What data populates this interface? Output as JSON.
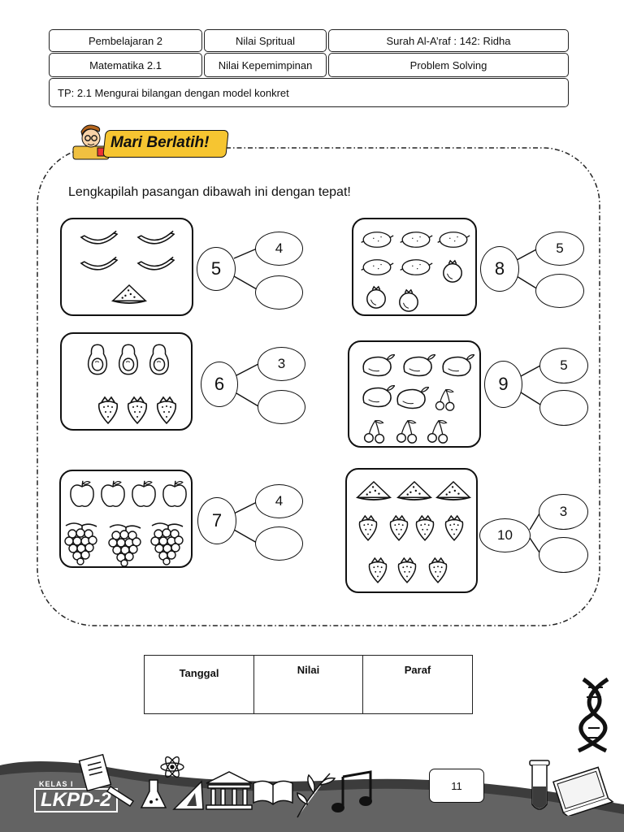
{
  "header": {
    "r1c1": "Pembelajaran 2",
    "r1c2": "Nilai Spritual",
    "r1c3": "Surah Al-A’raf : 142: Ridha",
    "r2c1": "Matematika 2.1",
    "r2c2": "Nilai Kepemimpinan",
    "r2c3": "Problem Solving",
    "tp": "TP: 2.1 Mengurai bilangan dengan model konkret"
  },
  "banner": {
    "title": "Mari Berlatih!"
  },
  "instruction": "Lengkapilah pasangan dibawah ini dengan tepat!",
  "problems": [
    {
      "total": "5",
      "known": "4",
      "answer": "",
      "items": "banana x4, watermelon x1"
    },
    {
      "total": "8",
      "known": "5",
      "answer": "",
      "items": "lemon x5, pomegranate x3"
    },
    {
      "total": "6",
      "known": "3",
      "answer": "",
      "items": "avocado x3, strawberry x3"
    },
    {
      "total": "9",
      "known": "5",
      "answer": "",
      "items": "mango x5, cherry x4"
    },
    {
      "total": "7",
      "known": "4",
      "answer": "",
      "items": "apple x4, grapes x3"
    },
    {
      "total": "10",
      "known": "3",
      "answer": "",
      "items": "watermelon x3, strawberry x7"
    }
  ],
  "signature": {
    "date_label": "Tanggal",
    "score_label": "Nilai",
    "initial_label": "Paraf"
  },
  "footer": {
    "class_label": "KELAS I",
    "book_label": "LKPD-2",
    "page_number": "11"
  },
  "icons": [
    "teacher-mascot-icon",
    "banana-icon",
    "watermelon-icon",
    "lemon-icon",
    "pomegranate-icon",
    "avocado-icon",
    "strawberry-icon",
    "mango-icon",
    "cherry-icon",
    "apple-icon",
    "grapes-icon",
    "dna-icon",
    "atom-icon",
    "flask-icon",
    "ruler-icon",
    "museum-icon",
    "book-icon",
    "plant-icon",
    "music-note-icon",
    "test-tube-icon"
  ]
}
